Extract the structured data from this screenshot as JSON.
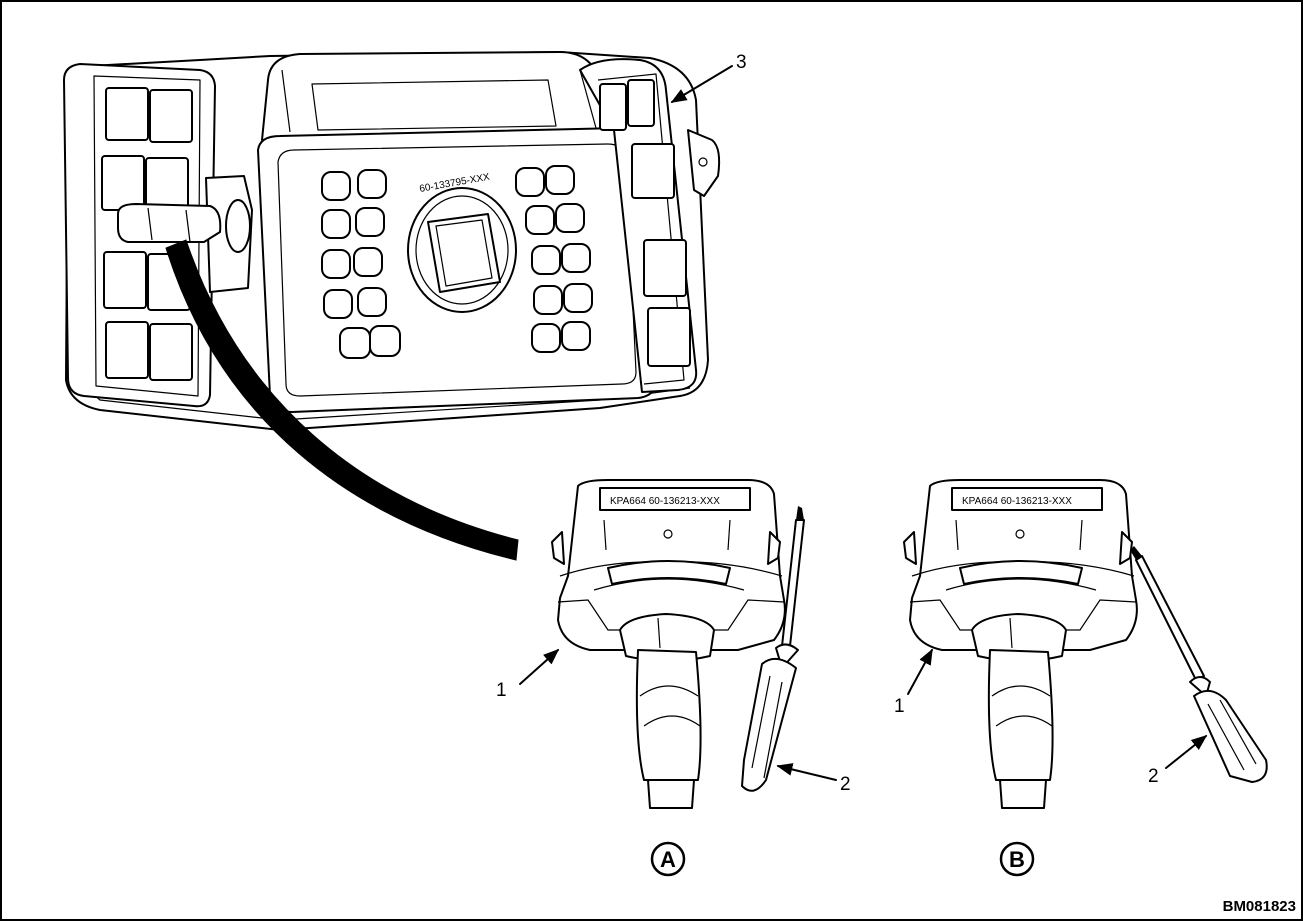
{
  "console": {
    "part_number": "60-133795-XXX",
    "callout": "3"
  },
  "handle_a": {
    "plate_text": "KPA664  60-136213-XXX",
    "callout_body": "1",
    "callout_tool": "2",
    "view_letter": "A"
  },
  "handle_b": {
    "plate_text": "KPA664  60-136213-XXX",
    "callout_body": "1",
    "callout_tool": "2",
    "view_letter": "B"
  },
  "figure_ref": "BM081823"
}
